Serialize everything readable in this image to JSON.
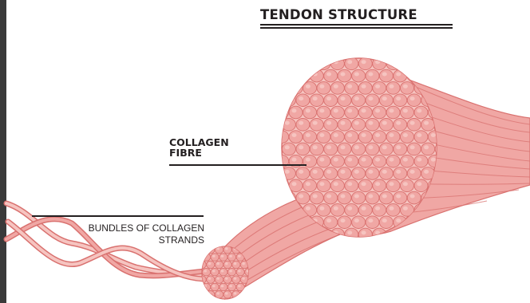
{
  "diagram": {
    "title": "TENDON STRUCTURE",
    "labels": {
      "collagen_fibre_line1": "COLLAGEN",
      "collagen_fibre_line2": "FIBRE",
      "bundles_line1": "BUNDLES OF COLLAGEN",
      "bundles_line2": "STRANDS"
    },
    "colors": {
      "tissue_fill": "#f0a7a4",
      "tissue_light": "#f6c4c0",
      "tissue_stroke": "#d9716f",
      "tissue_dark": "#c9605e",
      "text": "#231f20",
      "edge_bar": "#3a3a3a"
    }
  }
}
